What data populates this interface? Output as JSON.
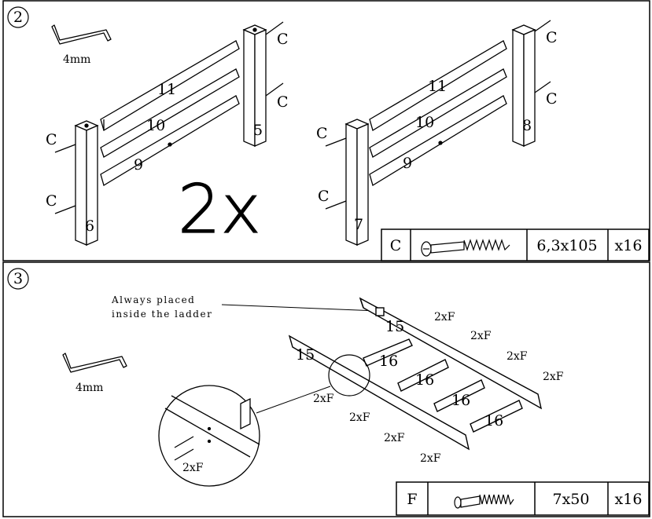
{
  "step2": {
    "number": "2",
    "tool_size": "4mm",
    "multiplier": "2x",
    "left_assembly": {
      "post_left": "6",
      "post_right": "5",
      "rail_top": "11",
      "rail_mid": "10",
      "rail_bottom": "9",
      "screw_labels": [
        "C",
        "C",
        "C",
        "C"
      ]
    },
    "right_assembly": {
      "post_left": "7",
      "post_right": "8",
      "rail_top": "11",
      "rail_mid": "10",
      "rail_bottom": "9",
      "screw_labels": [
        "C",
        "C",
        "C",
        "C"
      ]
    },
    "hardware": {
      "letter": "C",
      "icon": "wood-screw-icon",
      "size": "6,3x105",
      "qty": "x16"
    }
  },
  "step3": {
    "number": "3",
    "tool_size": "4mm",
    "note": [
      "Always placed",
      "inside the ladder"
    ],
    "rails": [
      "15",
      "15"
    ],
    "rungs": [
      "16",
      "16",
      "16",
      "16"
    ],
    "screw_callouts": [
      "2xF",
      "2xF",
      "2xF",
      "2xF",
      "2xF",
      "2xF",
      "2xF",
      "2xF"
    ],
    "detail_callout": "2xF",
    "hardware": {
      "letter": "F",
      "icon": "dowel-screw-icon",
      "size": "7x50",
      "qty": "x16"
    }
  }
}
